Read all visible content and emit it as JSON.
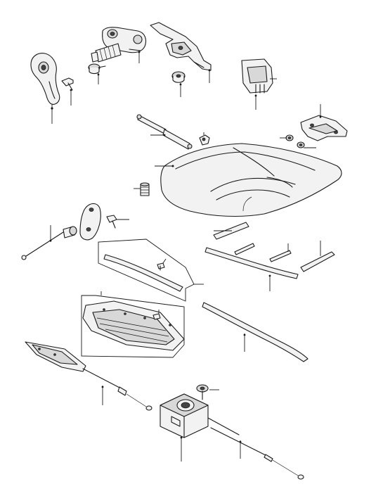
{
  "diagram": {
    "parts": [
      {
        "id": "hood-release-handle",
        "icon": "release-handle-icon"
      },
      {
        "id": "handle-screw",
        "icon": "screw-icon"
      },
      {
        "id": "hood-latch",
        "icon": "latch-icon"
      },
      {
        "id": "latch-bolt",
        "icon": "bolt-icon"
      },
      {
        "id": "hood-hinge",
        "icon": "hinge-icon"
      },
      {
        "id": "hinge-bolt",
        "icon": "bolt-icon"
      },
      {
        "id": "latch-bracket",
        "icon": "bracket-icon"
      },
      {
        "id": "hood-support-strut",
        "icon": "gas-strut-icon"
      },
      {
        "id": "strut-clip",
        "icon": "clip-icon"
      },
      {
        "id": "hood-panel",
        "icon": "hood-panel-icon"
      },
      {
        "id": "hood-bumper",
        "icon": "bumper-stop-icon"
      },
      {
        "id": "hinge-bracket-right",
        "icon": "hinge-icon"
      },
      {
        "id": "hinge-bracket-bolts",
        "icon": "bolt-icon"
      },
      {
        "id": "release-cable-lever",
        "icon": "cable-lever-icon"
      },
      {
        "id": "lever-screw",
        "icon": "screw-icon"
      },
      {
        "id": "front-seal-strip",
        "icon": "seal-strip-icon"
      },
      {
        "id": "seal-clip",
        "icon": "clip-icon"
      },
      {
        "id": "grille-panel",
        "icon": "grille-icon"
      },
      {
        "id": "grille-clip",
        "icon": "clip-icon"
      },
      {
        "id": "hood-seals-kit",
        "icon": "seal-strip-icon"
      },
      {
        "id": "rear-hood-seal",
        "icon": "seal-strip-icon"
      },
      {
        "id": "release-cable-rear",
        "icon": "cable-icon"
      },
      {
        "id": "cable-junction-block",
        "icon": "junction-block-icon"
      },
      {
        "id": "junction-screw",
        "icon": "screw-icon"
      },
      {
        "id": "release-cable-front",
        "icon": "cable-icon"
      }
    ]
  }
}
